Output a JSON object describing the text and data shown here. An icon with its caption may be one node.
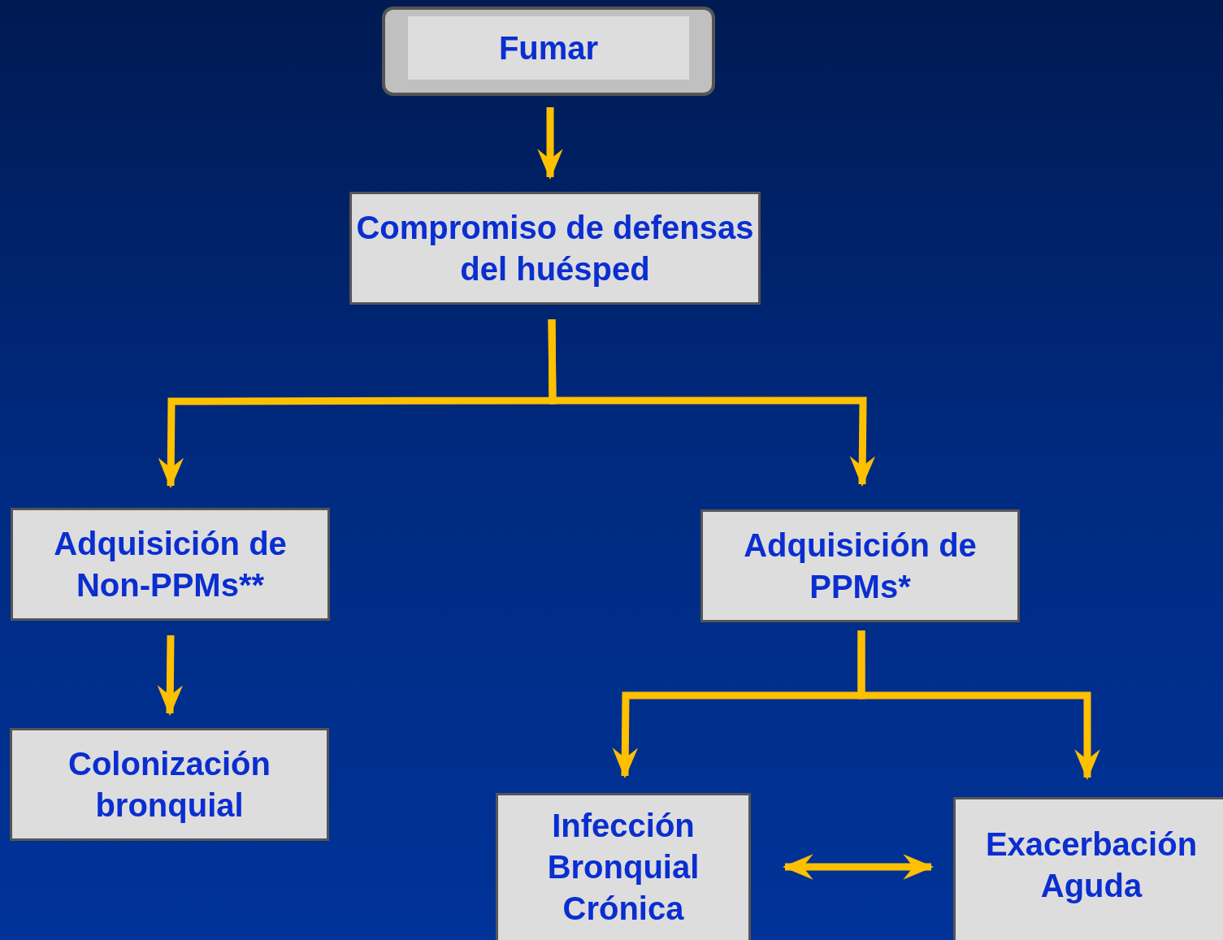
{
  "diagram": {
    "nodes": [
      {
        "text": [
          "Fumar"
        ]
      },
      {
        "text": [
          "Compromiso de defensas del huésped"
        ]
      },
      {
        "text": [
          "Adquisición de Non-PPMs**"
        ]
      },
      {
        "text": [
          "Adquisición de PPMs*"
        ]
      },
      {
        "text": [
          "Colonización bronquial"
        ]
      },
      {
        "text": [
          "Infección Bronquial Crónica"
        ]
      },
      {
        "text": [
          "Exacerbación Aguda"
        ]
      }
    ],
    "edges": [
      {
        "from": 0,
        "to": 1,
        "arrow": "to"
      },
      {
        "from": 1,
        "to": 2,
        "arrow": "to"
      },
      {
        "from": 1,
        "to": 3,
        "arrow": "to"
      },
      {
        "from": 2,
        "to": 4,
        "arrow": "to"
      },
      {
        "from": 3,
        "to": 5,
        "arrow": "to"
      },
      {
        "from": 3,
        "to": 6,
        "arrow": "to"
      },
      {
        "from": 5,
        "to": 6,
        "arrow": "both"
      }
    ]
  }
}
